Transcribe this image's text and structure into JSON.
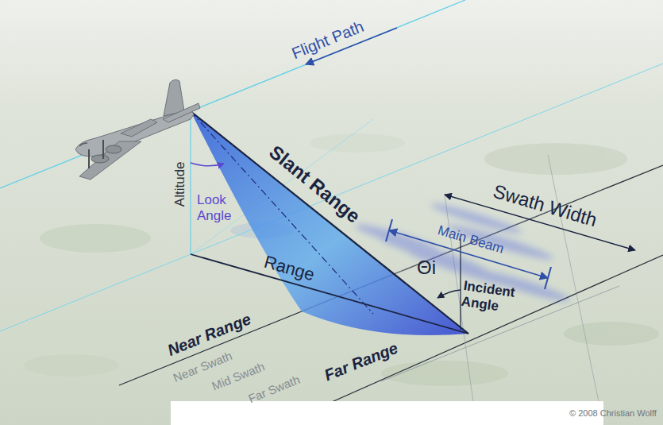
{
  "diagram": {
    "labels": [
      "Flight Path",
      "Altitude",
      "Look Angle",
      "Slant Range",
      "Range",
      "Θi",
      "Incident Angle",
      "Swath Width",
      "Main Beam",
      "Near Range",
      "Near Swath",
      "Mid Swath",
      "Far Swath",
      "Far Range",
      "© 2008 Christian Wolff"
    ]
  }
}
